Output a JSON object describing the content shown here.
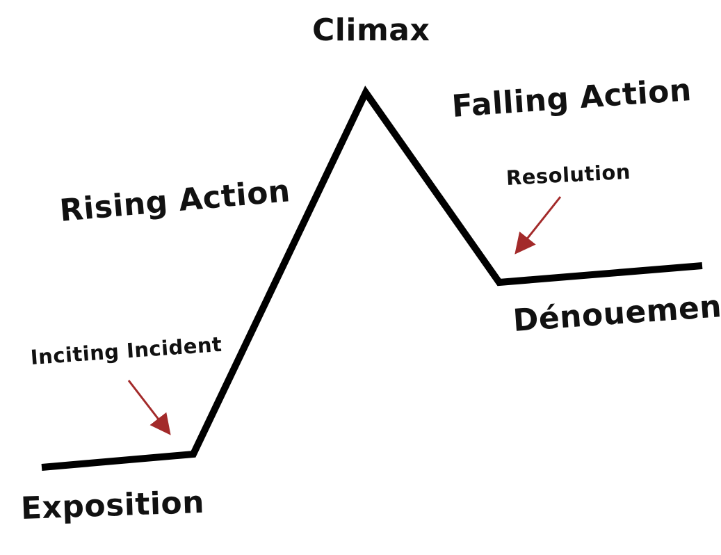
{
  "diagram": {
    "labels": {
      "climax": "Climax",
      "falling_action": "Falling Action",
      "rising_action": "Rising Action",
      "resolution": "Resolution",
      "denouement": "Dénouement",
      "inciting_incident": "Inciting Incident",
      "exposition": "Exposition"
    },
    "colors": {
      "line": "#000000",
      "arrow": "#a32a2a",
      "text": "#111111",
      "background": "#ffffff"
    }
  }
}
